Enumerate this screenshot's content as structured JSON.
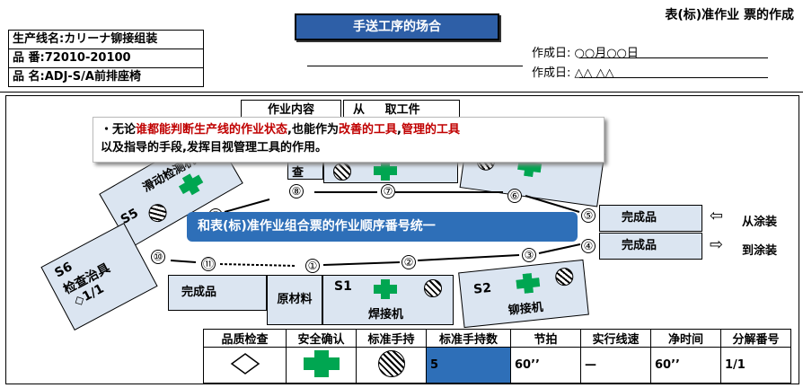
{
  "header": {
    "title": "手送工序的场合",
    "doc_title": "表(标)准作业 票的作成",
    "line_name": "生产线名:カリーナ铆接组装",
    "part_no": "品  番:72010-20100",
    "part_name": "品 名:ADJ-S/A前排座椅",
    "date1": "作成日: ○○月○○日",
    "date2": "作成日: △△  △△"
  },
  "table_header": {
    "work_content": "作业内容",
    "from_col": "从     取工件"
  },
  "callout": {
    "line1_a": "・无论",
    "line1_b": "谁都能判断生产线的作业状态",
    "line1_c": ",也能作为",
    "line1_d": "改善的工具",
    "line1_e": ",",
    "line1_f": "管理的工具",
    "line2_a": "以及指导的手段",
    "line2_b": ",发挥目视管理工具的作用。"
  },
  "banner": "和表(标)准作业组合票的作业顺序番号统一",
  "stations": {
    "s5_code": "S5",
    "s5_name": "滑动检测机",
    "s6_code": "S6",
    "s6_name": "检查治具",
    "s6_ratio": "◇1/1",
    "s1_code": "S1",
    "s1_name": "焊接机",
    "s2_code": "S2",
    "s2_name": "铆接机",
    "inspect_frag": "查",
    "finished_left": "完成品",
    "raw_material": "原材料",
    "finished_r1": "完成品",
    "finished_r2": "完成品"
  },
  "flow": {
    "from_paint": "从涂装",
    "to_paint": "到涂装",
    "steps": [
      "①",
      "②",
      "③",
      "④",
      "⑤",
      "⑥",
      "⑦",
      "⑧",
      "⑨",
      "⑩",
      "⑪"
    ]
  },
  "legend": {
    "headers": [
      "品质检查",
      "安全确认",
      "标准手持",
      "标准手持数",
      "节拍",
      "实行线速",
      "净时间",
      "分解番号"
    ],
    "std_count": "5",
    "takt": "60’’",
    "line_speed": "—",
    "net_time": "60’’",
    "decomp_no": "1/1"
  },
  "colors": {
    "title_bg": "#2e5fa7",
    "station_bg": "#dbe5f1",
    "safety_green": "#00a651",
    "highlight_red": "#c00000",
    "std_count_bg": "#2e6fb8"
  }
}
